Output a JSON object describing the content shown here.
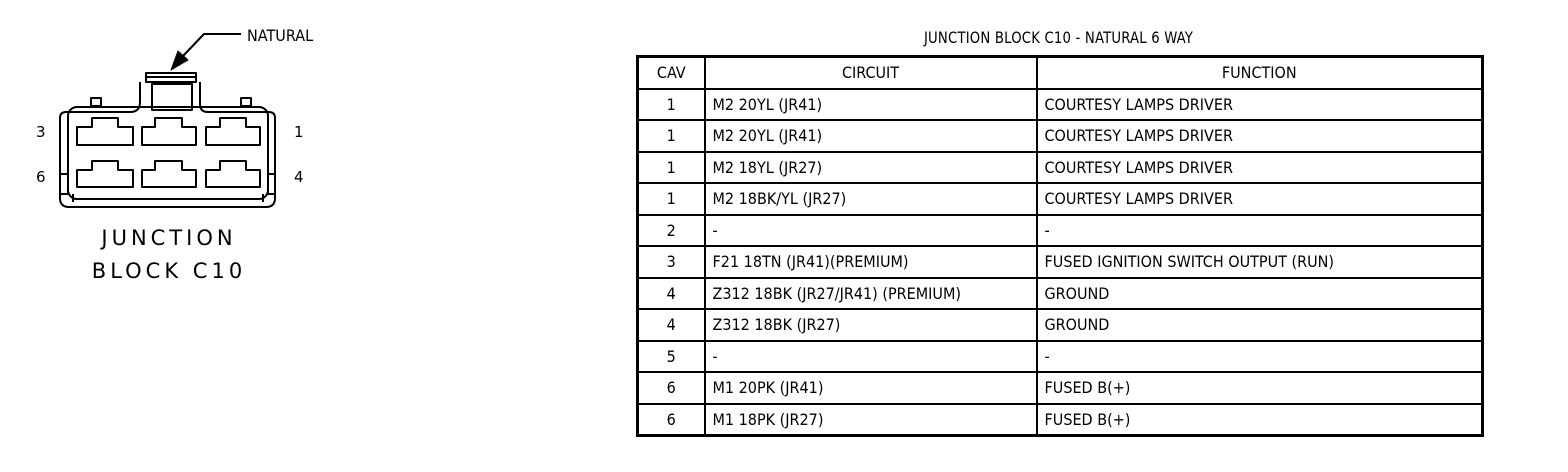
{
  "connector": {
    "color_label": "NATURAL",
    "pin_labels": {
      "left_top": "3",
      "right_top": "1",
      "left_bottom": "6",
      "right_bottom": "4"
    },
    "name_line1": "JUNCTION",
    "name_line2": "BLOCK C10"
  },
  "table": {
    "title": "JUNCTION BLOCK C10 - NATURAL 6 WAY",
    "headers": {
      "cav": "CAV",
      "circuit": "CIRCUIT",
      "function": "FUNCTION"
    },
    "rows": [
      {
        "cav": "1",
        "circuit": "M2 20YL (JR41)",
        "function": "COURTESY LAMPS DRIVER"
      },
      {
        "cav": "1",
        "circuit": "M2 20YL (JR41)",
        "function": "COURTESY LAMPS DRIVER"
      },
      {
        "cav": "1",
        "circuit": "M2 18YL (JR27)",
        "function": "COURTESY LAMPS DRIVER"
      },
      {
        "cav": "1",
        "circuit": "M2 18BK/YL (JR27)",
        "function": "COURTESY LAMPS DRIVER"
      },
      {
        "cav": "2",
        "circuit": "-",
        "function": "-"
      },
      {
        "cav": "3",
        "circuit": "F21 18TN (JR41)(PREMIUM)",
        "function": "FUSED IGNITION SWITCH OUTPUT (RUN)"
      },
      {
        "cav": "4",
        "circuit": "Z312 18BK (JR27/JR41) (PREMIUM)",
        "function": "GROUND"
      },
      {
        "cav": "4",
        "circuit": "Z312 18BK (JR27)",
        "function": "GROUND"
      },
      {
        "cav": "5",
        "circuit": "-",
        "function": "-"
      },
      {
        "cav": "6",
        "circuit": "M1 20PK (JR41)",
        "function": "FUSED B(+)"
      },
      {
        "cav": "6",
        "circuit": "M1 18PK (JR27)",
        "function": "FUSED B(+)"
      }
    ]
  }
}
